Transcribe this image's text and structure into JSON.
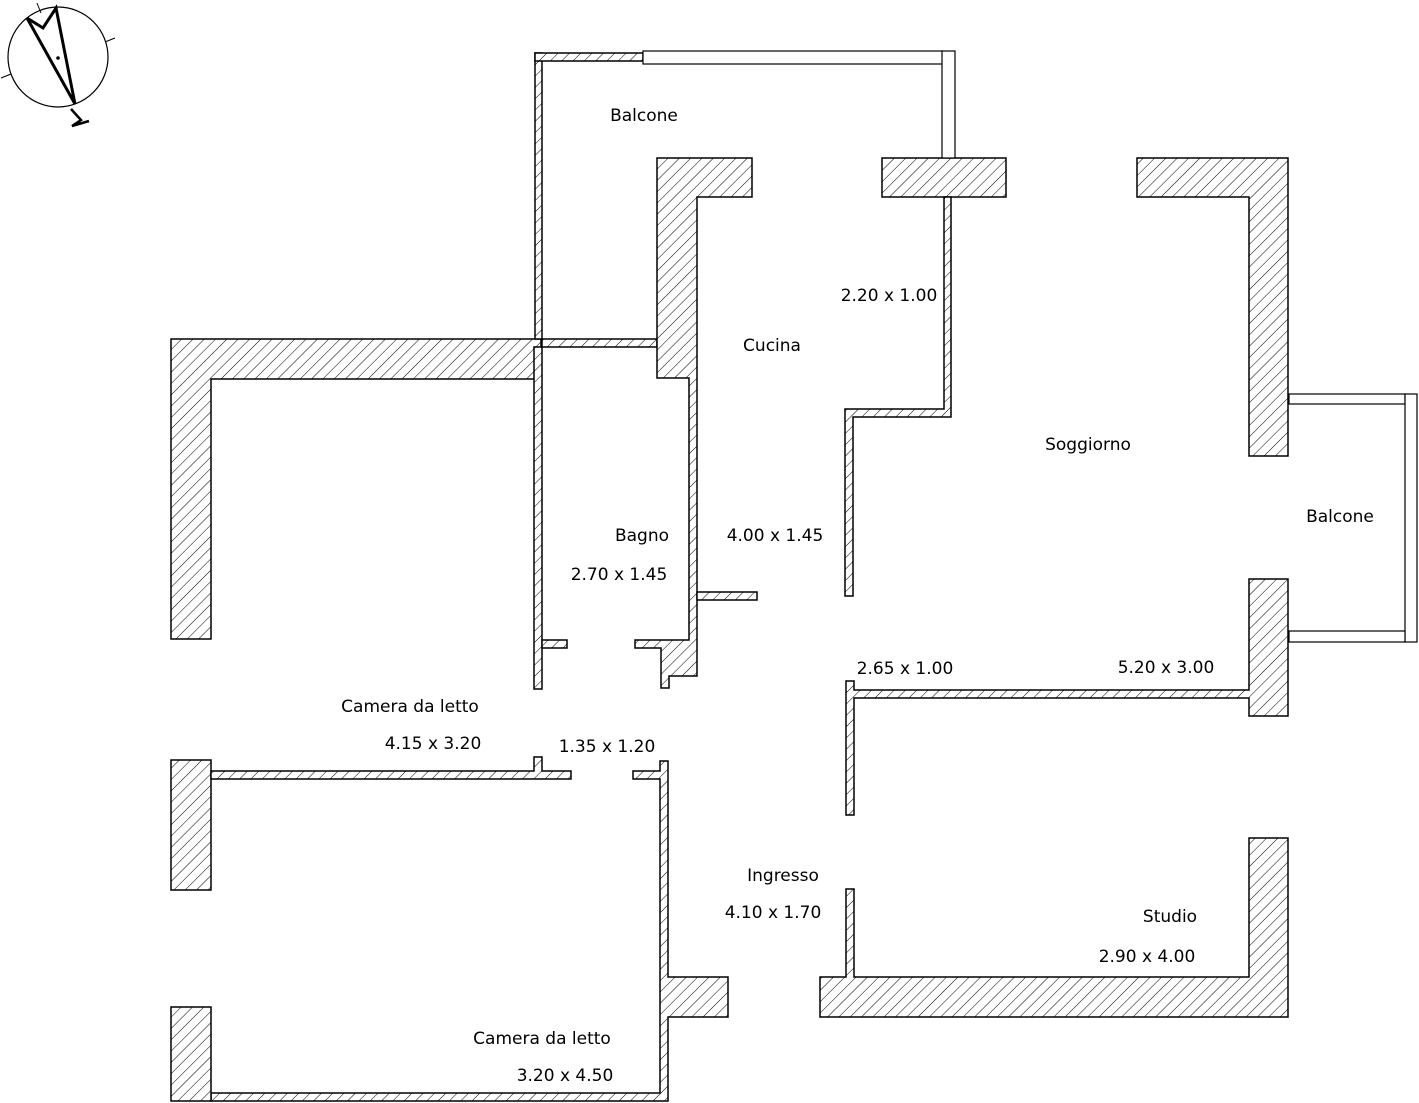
{
  "compass": {
    "label": "N",
    "icon": "north-arrow-icon"
  },
  "rooms": [
    {
      "name": "Balcone",
      "size": ""
    },
    {
      "name": "Cucina",
      "size": "2.20 x 1.00"
    },
    {
      "name": "Soggiorno",
      "size": "5.20 x 3.00"
    },
    {
      "name": "Balcone",
      "size": ""
    },
    {
      "name": "Bagno",
      "size": "2.70 x 1.45"
    },
    {
      "name": "Camera da letto",
      "size": "4.15 x 3.20"
    },
    {
      "name": "Ingresso",
      "size": "4.10 x 1.70"
    },
    {
      "name": "Studio",
      "size": "2.90 x 4.00"
    },
    {
      "name": "Camera da letto",
      "size": "3.20 x 4.50"
    }
  ],
  "extra_dimensions": [
    "4.00 x 1.45",
    "2.65 x 1.00",
    "1.35 x 1.20"
  ]
}
